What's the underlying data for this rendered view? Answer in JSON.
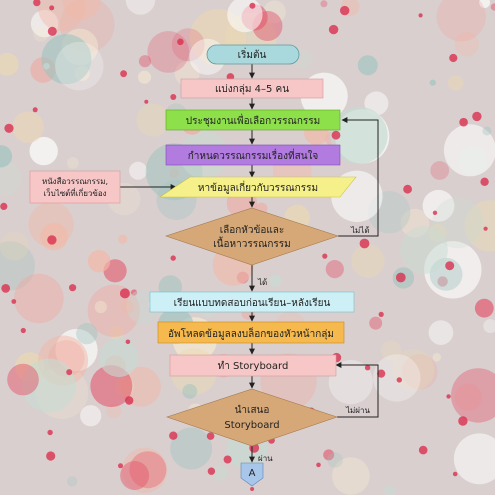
{
  "diagram": {
    "start": "เริ่มต้น",
    "group": "แบ่งกลุ่ม  4–5  คน",
    "meeting": "ประชุมงานเพื่อเลือกวรรณกรรม",
    "select_interest": "กำหนดวรรณกรรมเรื่องที่สนใจ",
    "gather_info": "หาข้อมูลเกี่ยวกับวรรณกรรม",
    "sources_line1": "หนังสือวรรณกรรม,",
    "sources_line2": "เว็บไซต์ที่เกี่ยวข้อง",
    "decision1_line1": "เลือกหัวข้อและ",
    "decision1_line2": "เนื้อหาวรรณกรรม",
    "no1": "ไม่ได้",
    "yes1": "ได้",
    "learn": "เรียนแบบทดสอบก่อนเรียน–หลังเรียน",
    "upload": "อัพโหลดข้อมูลลงบล็อกของหัวหน้ากลุ่ม",
    "storyboard": "ทำ  Storyboard",
    "decision2_line1": "นำเสนอ",
    "decision2_line2": "Storyboard",
    "no2": "ไม่ผ่าน",
    "yes2": "ผ่าน",
    "connector": "A"
  },
  "colors": {
    "background": "#d9cfcf",
    "start_fill": "#a9d9dc",
    "pink_fill": "#f7c6c6",
    "green_fill": "#8ee04a",
    "purple_fill": "#b27be0",
    "yellow_fill": "#f5f08a",
    "diamond_fill": "#d6a877",
    "lightblue_fill": "#cdeff6",
    "orange_fill": "#f5b94e",
    "connector_fill": "#a8c5ea"
  }
}
